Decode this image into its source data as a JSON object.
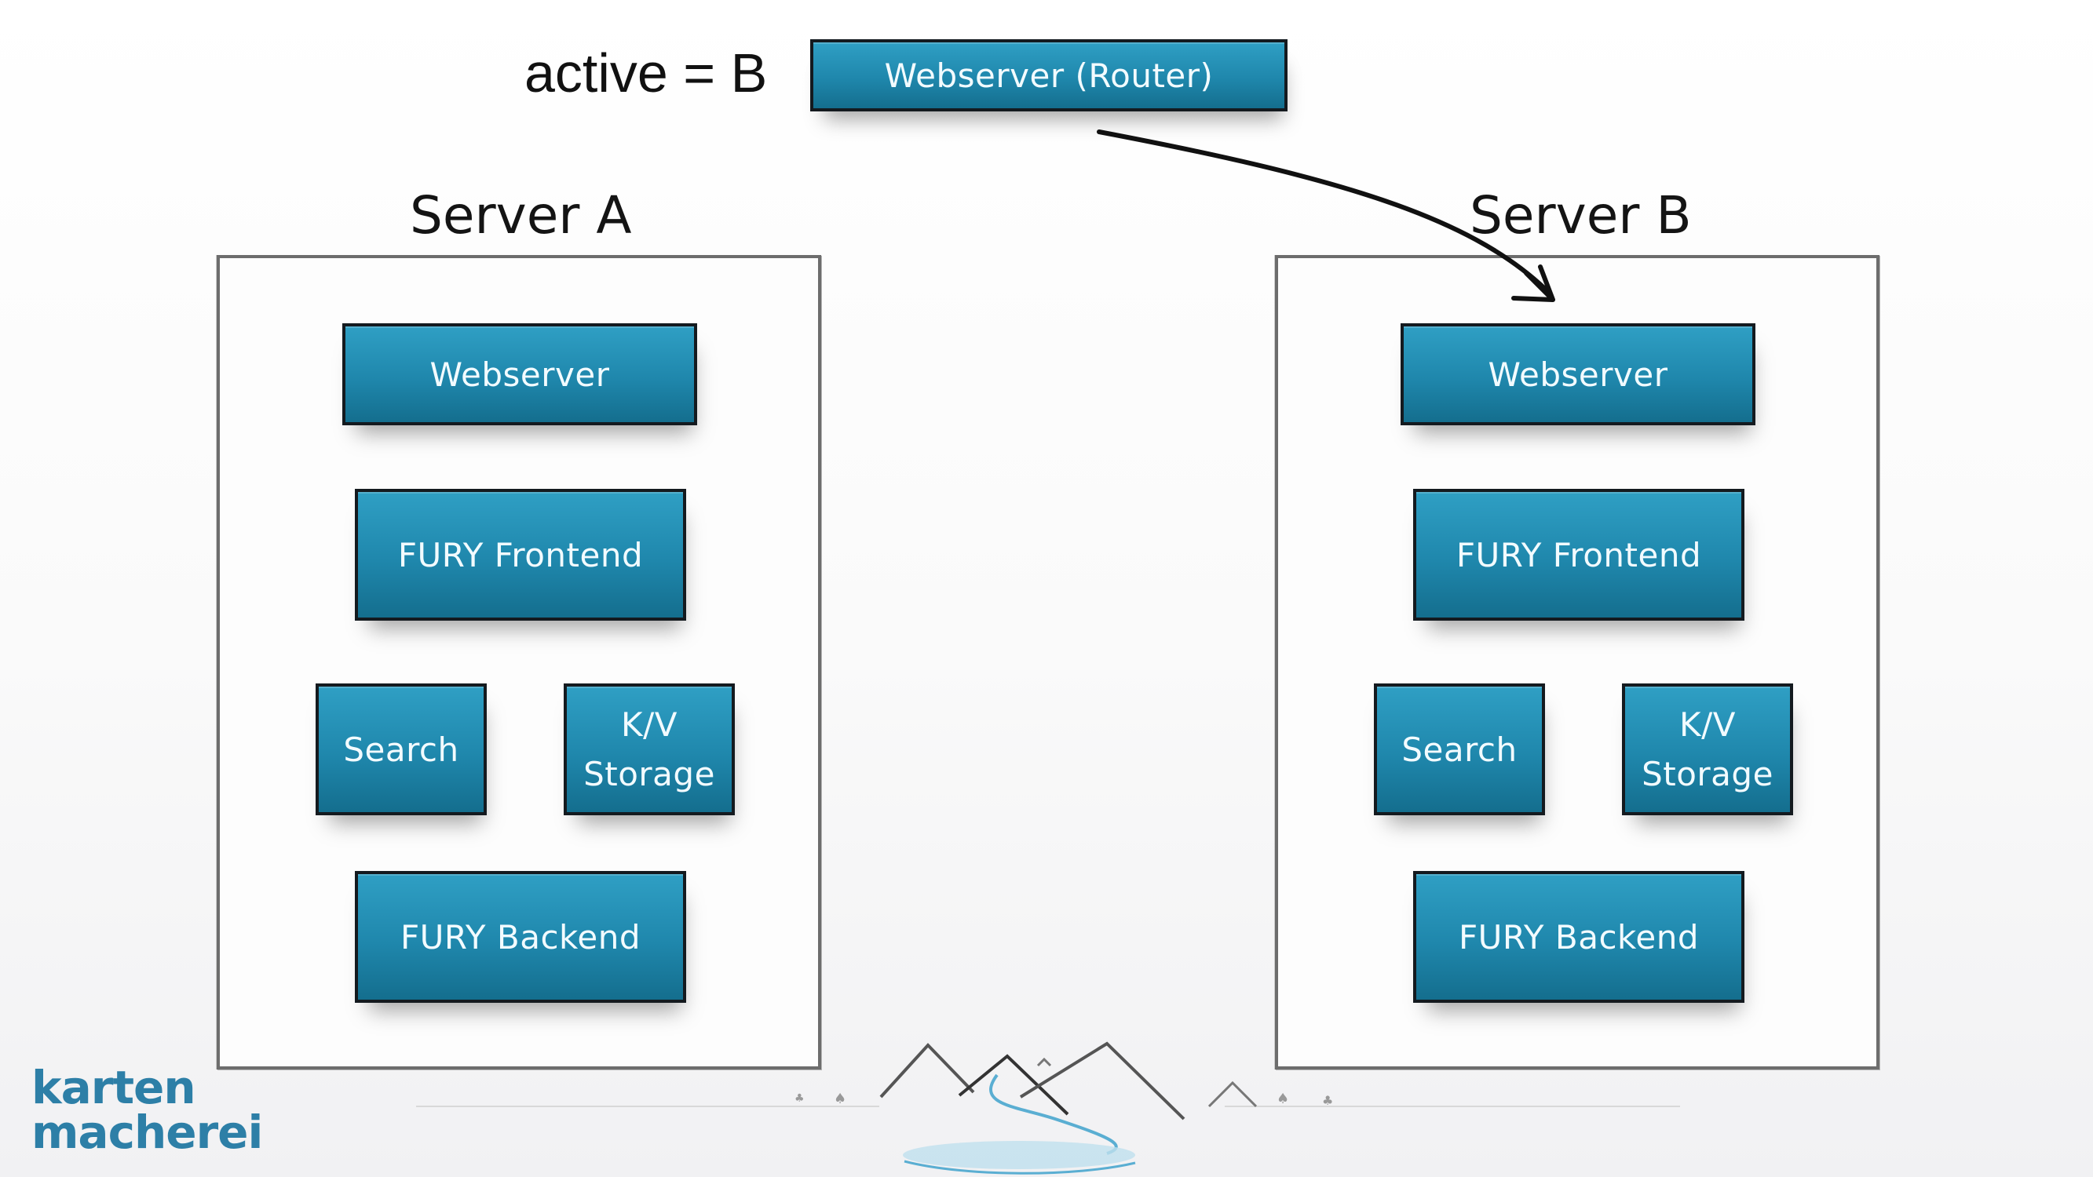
{
  "header": {
    "active_label": "active = B",
    "router_label": "Webserver (Router)"
  },
  "servers": [
    {
      "title": "Server A",
      "nodes": {
        "webserver": "Webserver",
        "frontend": "FURY Frontend",
        "search": "Search",
        "kv": "K/V\nStorage",
        "backend": "FURY Backend"
      }
    },
    {
      "title": "Server B",
      "nodes": {
        "webserver": "Webserver",
        "frontend": "FURY Frontend",
        "search": "Search",
        "kv": "K/V\nStorage",
        "backend": "FURY Backend"
      }
    }
  ],
  "logo": {
    "line1": "karten",
    "line2": "macherei"
  },
  "colors": {
    "node_fill": "#1f87ac",
    "node_border": "#141a1f",
    "logo": "#2d7fa7",
    "arrow": "#111111"
  }
}
